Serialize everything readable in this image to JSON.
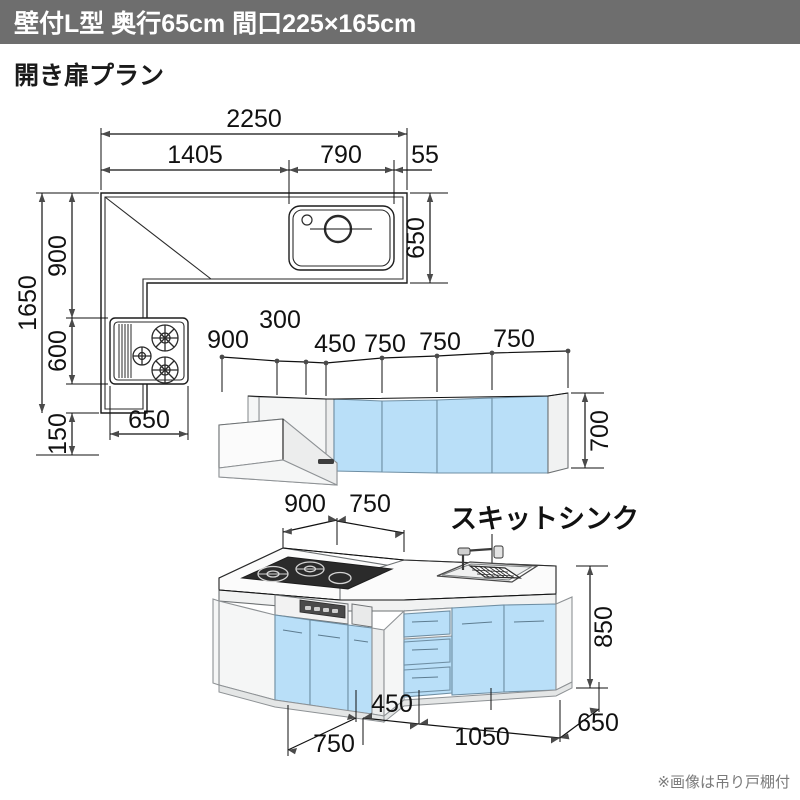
{
  "header": {
    "title": "壁付L型 奥行65cm 間口225×165cm",
    "subtitle": "開き扉プラン"
  },
  "footnote": "※画像は吊り戸棚付",
  "plan_view": {
    "name": "top-down-plan",
    "overall_width": "2250",
    "segments_top": [
      "1405",
      "790",
      "55"
    ],
    "depth_right": "650",
    "overall_height": "1650",
    "segments_left": [
      "900",
      "600",
      "150"
    ],
    "cooktop_width": "650"
  },
  "wall_cabinet_view": {
    "name": "wall-cabinet-elevation",
    "dimensions_top": [
      "900",
      "300",
      "450",
      "750",
      "750",
      "750"
    ],
    "height_right": "700"
  },
  "base_cabinet_view": {
    "name": "base-cabinet-perspective",
    "dimensions_top": [
      "900",
      "750"
    ],
    "dimensions_bottom": [
      "750",
      "450",
      "1050",
      "650"
    ],
    "height_right": "850",
    "sink_label": "スキットシンク"
  },
  "colors": {
    "header_bar": "#6e6e6e",
    "door_blue": "#b9dff8",
    "panel_gray": "#eceded",
    "line": "#1d1d1d",
    "footnote_text": "#7a7a7a"
  }
}
